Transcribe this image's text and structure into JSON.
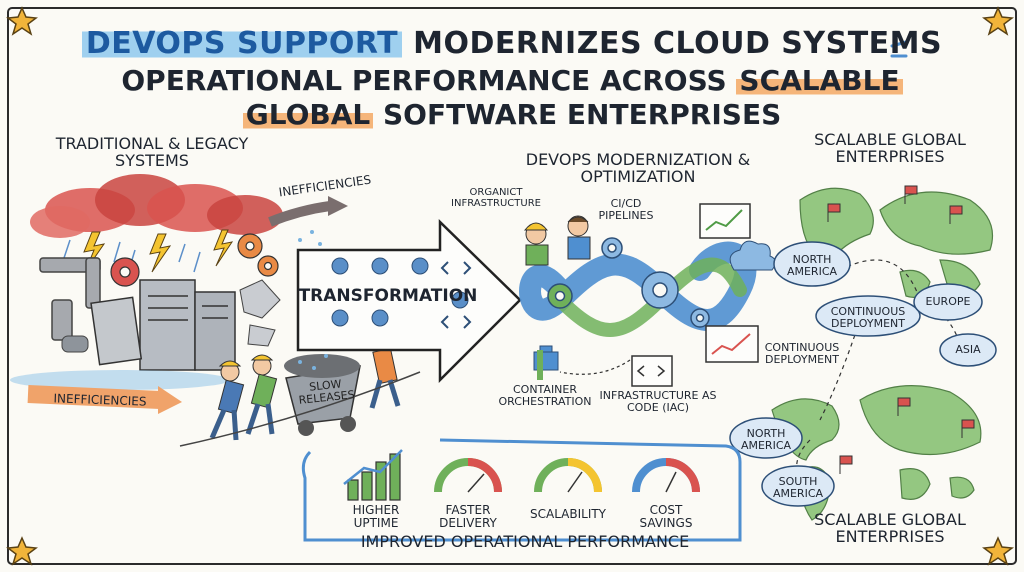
{
  "title": {
    "highlight": "DEVOPS SUPPORT",
    "line1_rest": "MODERNIZES CLOUD SYSTEMS",
    "line2_main": "OPERATIONAL PERFORMANCE ACROSS",
    "line2_highlight": "SCALABLE",
    "line3_highlight": "GLOBAL",
    "line3_rest": "SOFTWARE ENTERPRISES"
  },
  "left": {
    "heading": "TRADITIONAL & LEGACY SYSTEMS",
    "inefficiencies_top": "INEFFICIENCIES",
    "inefficiencies_bottom": "INEFFICIENCIES",
    "cart_label": "SLOW RELEASES"
  },
  "transformation": {
    "label": "TRANSFORMATION"
  },
  "middle": {
    "heading": "DEVOPS MODERNIZATION & OPTIMIZATION",
    "organic_infra": "ORGANICT INFRASTRUCTURE",
    "cicd": "CI/CD PIPELINES",
    "container": "CONTAINER ORCHESTRATION",
    "iac": "INFRASTRUCTURE AS CODE (IaC)",
    "continuous_deployment": "CONTINUOUS DEPLOYMENT"
  },
  "right": {
    "heading_top": "SCALABLE GLOBAL ENTERPRISES",
    "heading_bottom": "SCALABLE GLOBAL ENTERPRISES",
    "regions_top": [
      "NORTH AMERICA",
      "CONTINUOUS DEPLOYMENT",
      "EUROPE",
      "ASIA"
    ],
    "regions_bottom": [
      "NORTH AMERICA",
      "SOUTH AMERICA"
    ]
  },
  "performance": {
    "caption": "IMPROVED OPERATIONAL PERFORMANCE",
    "metrics": [
      "HIGHER UPTIME",
      "FASTER DELIVERY",
      "SCALABILITY",
      "COST SAVINGS"
    ]
  },
  "colors": {
    "blue": "#3e7fc4",
    "green": "#6fb05a",
    "orange": "#e98a45",
    "red_cloud": "#d9534f",
    "yellow": "#f4c430"
  }
}
